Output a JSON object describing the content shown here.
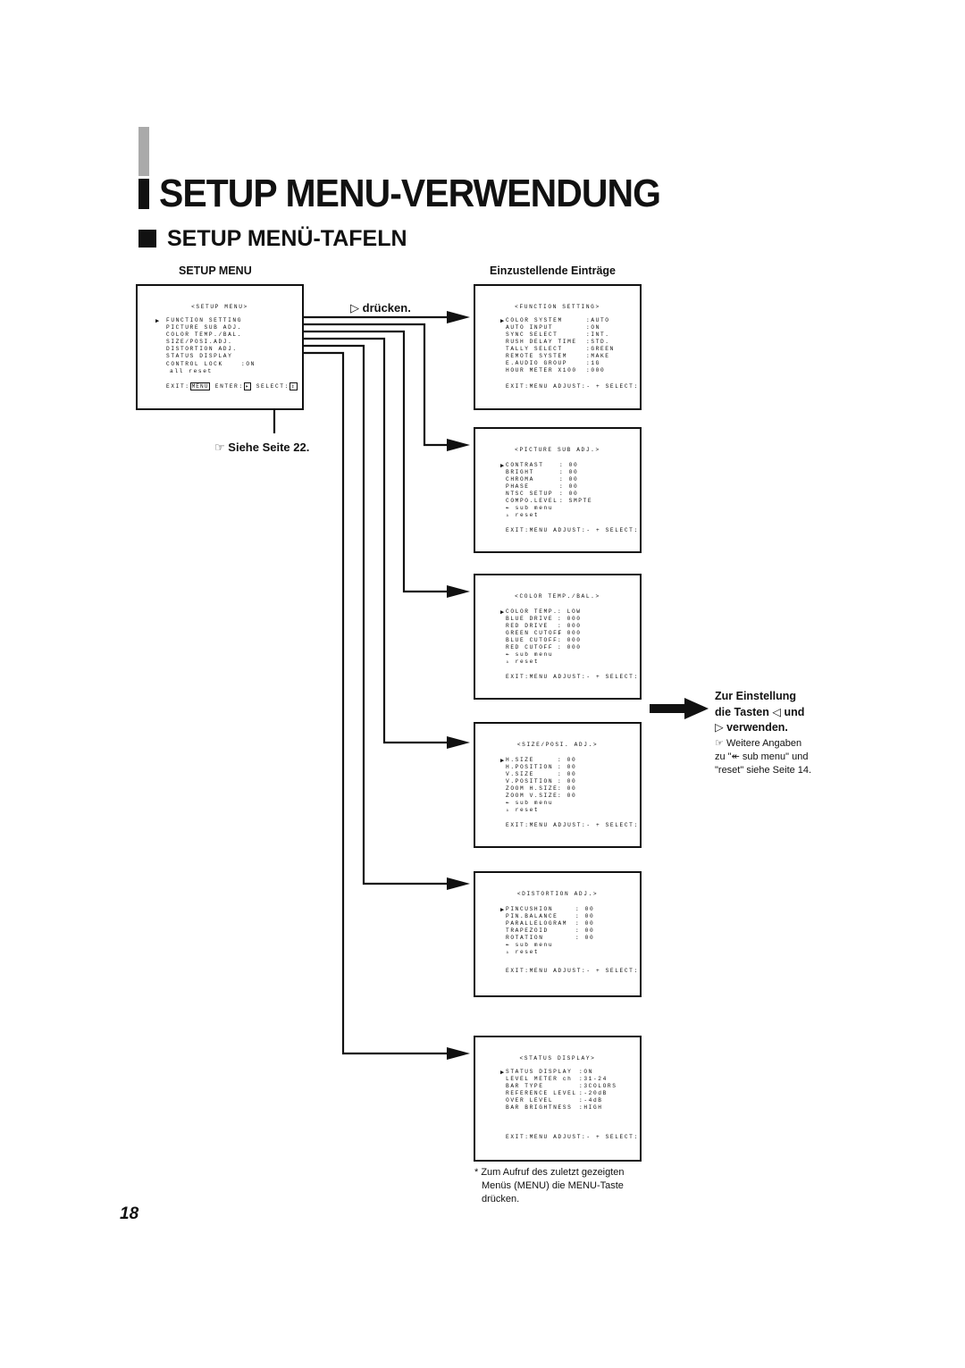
{
  "page": {
    "main_title": "SETUP MENU-VERWENDUNG",
    "section_title": "SETUP MENÜ-TAFELN",
    "label_setup_menu": "SETUP MENU",
    "label_entries": "Einzustellende Einträge",
    "press_label": "drücken.",
    "see_page": "Siehe Seite 22.",
    "adjust_heading_1": "Zur Einstellung",
    "adjust_heading_2": "die Tasten",
    "adjust_heading_2b": "und",
    "adjust_heading_3": "verwenden.",
    "note_line_1": "Weitere Angaben",
    "note_line_2": "zu \"↞ sub menu\" und",
    "note_line_3": "\"reset\" siehe Seite 14.",
    "footnote_1": "* Zum Aufruf des zuletzt gezeigten",
    "footnote_2": "Menüs (MENU) die MENU-Taste",
    "footnote_3": "drücken.",
    "page_number": "18",
    "colors": {
      "ink": "#111111",
      "gray_bar": "#aaaaaa"
    },
    "icons": [
      "triangle-right-icon",
      "pointing-hand-icon",
      "triangle-left-icon",
      "big-arrow-icon"
    ]
  },
  "setup_menu": {
    "title": "<SETUP MENU>",
    "items": [
      "FUNCTION SETTING",
      "PICTURE SUB ADJ.",
      "COLOR TEMP./BAL.",
      "SIZE/POSI.ADJ.",
      "DISTORTION ADJ.",
      "STATUS DISPLAY"
    ],
    "control_lock": "CONTROL LOCK",
    "control_lock_value": ":ON",
    "all_reset": "all reset",
    "exit": "EXIT:",
    "menu_key": "MENU",
    "enter": "ENTER:",
    "select": "SELECT:"
  },
  "menus": [
    {
      "title": "<FUNCTION SETTING>",
      "rows": [
        [
          "COLOR SYSTEM",
          ":AUTO"
        ],
        [
          "AUTO INPUT",
          ":ON"
        ],
        [
          "SYNC SELECT",
          ":INT."
        ],
        [
          "RUSH DELAY TIME",
          ":STD."
        ],
        [
          "TALLY SELECT",
          ":GREEN"
        ],
        [
          "REMOTE SYSTEM",
          ":MAKE"
        ],
        [
          "E.AUDIO GROUP",
          ":1G"
        ],
        [
          "HOUR METER X100",
          ":000"
        ]
      ],
      "footer": "EXIT:MENU ADJUST:- + SELECT:"
    },
    {
      "title": "<PICTURE SUB ADJ.>",
      "rows": [
        [
          "CONTRAST",
          ": 00"
        ],
        [
          "BRIGHT",
          ": 00"
        ],
        [
          "CHROMA",
          ": 00"
        ],
        [
          "PHASE",
          ": 00"
        ],
        [
          "NTSC SETUP",
          ": 00"
        ],
        [
          "COMPO.LEVEL",
          ": SMPTE"
        ],
        [
          "↞ sub menu",
          ""
        ],
        [
          "▵ reset",
          ""
        ]
      ],
      "footer": "EXIT:MENU ADJUST:- + SELECT:"
    },
    {
      "title": "<COLOR TEMP./BAL.>",
      "rows": [
        [
          "COLOR TEMP.",
          ": LOW"
        ],
        [
          "BLUE DRIVE",
          ": 000"
        ],
        [
          "RED DRIVE",
          ": 000"
        ],
        [
          "GREEN CUTOFF",
          ": 000"
        ],
        [
          "BLUE CUTOFF",
          ": 000"
        ],
        [
          "RED CUTOFF",
          ": 000"
        ],
        [
          "↞ sub menu",
          ""
        ],
        [
          "▵ reset",
          ""
        ]
      ],
      "footer": "EXIT:MENU ADJUST:- + SELECT:"
    },
    {
      "title": "<SIZE/POSI. ADJ.>",
      "rows": [
        [
          "H.SIZE",
          ": 00"
        ],
        [
          "H.POSITION",
          ": 00"
        ],
        [
          "V.SIZE",
          ": 00"
        ],
        [
          "V.POSITION",
          ": 00"
        ],
        [
          "ZOOM H.SIZE",
          ": 00"
        ],
        [
          "ZOOM V.SIZE",
          ": 00"
        ],
        [
          "↞ sub menu",
          ""
        ],
        [
          "▵ reset",
          ""
        ]
      ],
      "footer": "EXIT:MENU ADJUST:- + SELECT:"
    },
    {
      "title": "<DISTORTION ADJ.>",
      "rows": [
        [
          "PINCUSHION",
          ": 00"
        ],
        [
          "PIN.BALANCE",
          ": 00"
        ],
        [
          "PARALLELOGRAM",
          ": 00"
        ],
        [
          "TRAPEZOID",
          ": 00"
        ],
        [
          "ROTATION",
          ": 00"
        ],
        [
          "↞ sub menu",
          ""
        ],
        [
          "▵ reset",
          ""
        ]
      ],
      "footer": "EXIT:MENU ADJUST:- + SELECT:"
    },
    {
      "title": "<STATUS DISPLAY>",
      "rows": [
        [
          "STATUS DISPLAY",
          ":ON"
        ],
        [
          "LEVEL METER ch",
          ":31-24"
        ],
        [
          "BAR TYPE",
          ":3COLORS"
        ],
        [
          "REFERENCE LEVEL",
          ":-20dB"
        ],
        [
          "OVER LEVEL",
          ":-4dB"
        ],
        [
          "BAR BRIGHTNESS",
          ":HIGH"
        ]
      ],
      "footer": "EXIT:MENU ADJUST:- + SELECT:"
    }
  ]
}
